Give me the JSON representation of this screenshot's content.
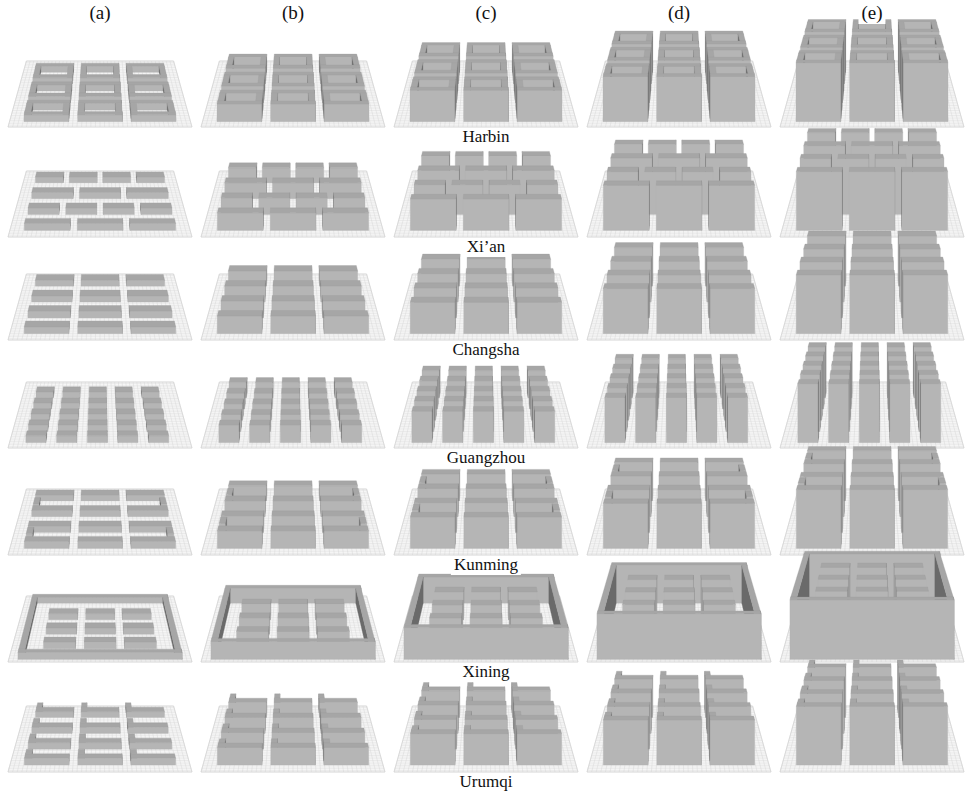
{
  "diagram": {
    "labels": [
      "(a)",
      "(b)",
      "(c)",
      "(d)",
      "(e)",
      "Harbin",
      "Xi’an",
      "Changsha",
      "Guangzhou",
      "Kunming",
      "Xining",
      "Urumqi"
    ]
  }
}
